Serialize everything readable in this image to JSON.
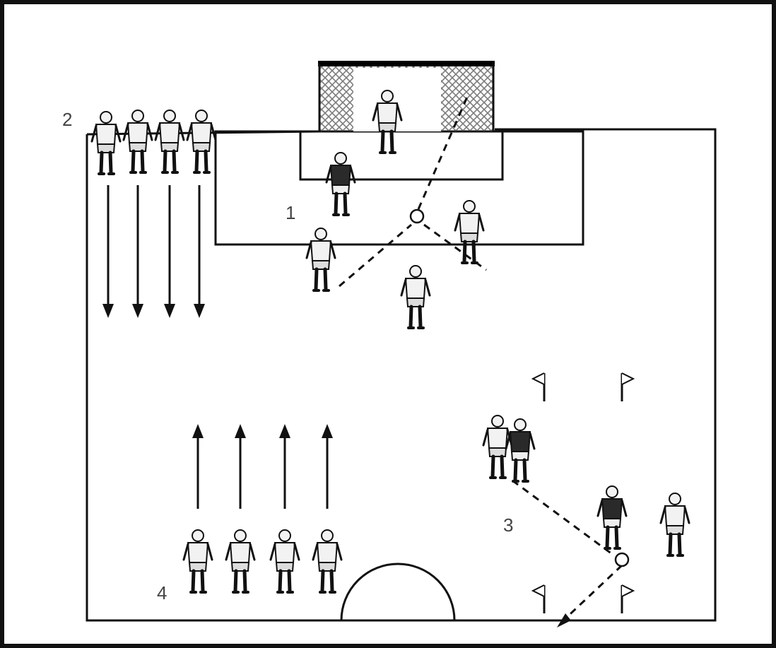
{
  "labels": {
    "drill_1": "1",
    "drill_2": "2",
    "drill_3": "3",
    "drill_4": "4"
  },
  "colors": {
    "line": "#111111",
    "player_light": "#f2f2f2",
    "player_dark": "#2a2a2a",
    "net": "#555555",
    "background": "#ffffff",
    "label": "#444444"
  },
  "icons": {
    "player": "player-figure-icon",
    "ball": "ball-icon",
    "flag": "corner-flag-icon",
    "arrow": "movement-arrow-icon"
  }
}
